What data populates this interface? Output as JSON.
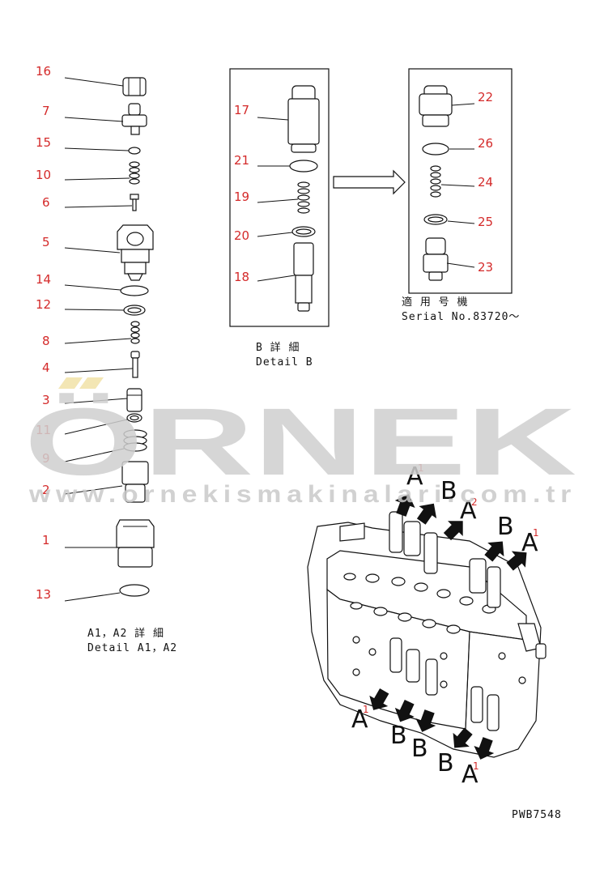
{
  "callouts": {
    "c16": "16",
    "c7": "7",
    "c15": "15",
    "c10": "10",
    "c6": "6",
    "c5": "5",
    "c14": "14",
    "c12": "12",
    "c8": "8",
    "c4": "4",
    "c3": "3",
    "c11": "11",
    "c9": "9",
    "c2": "2",
    "c1": "1",
    "c13": "13",
    "c17": "17",
    "c21": "21",
    "c19": "19",
    "c20": "20",
    "c18": "18",
    "c22": "22",
    "c26": "26",
    "c24": "24",
    "c25": "25",
    "c23": "23"
  },
  "captions": {
    "detail_a_jp": "A1，A2 詳 細",
    "detail_a_en": "Detail A1，A2",
    "detail_b_jp": "B 詳 細",
    "detail_b_en": "Detail B",
    "serial_jp": "適 用 号 機",
    "serial_en": "Serial No.83720～",
    "drawing_no": "PWB7548"
  },
  "assembly_markers": {
    "a": "A",
    "b": "B",
    "sup1": "1",
    "sup2": "2"
  },
  "watermark": {
    "brand": "ÖRNEK",
    "url": "www.ornekismakinalari.com.tr"
  },
  "colors": {
    "callout": "#d42a2a",
    "line": "#111111",
    "watermark": "#cfcfcf",
    "watermark_accent": "#f2e2a8"
  }
}
